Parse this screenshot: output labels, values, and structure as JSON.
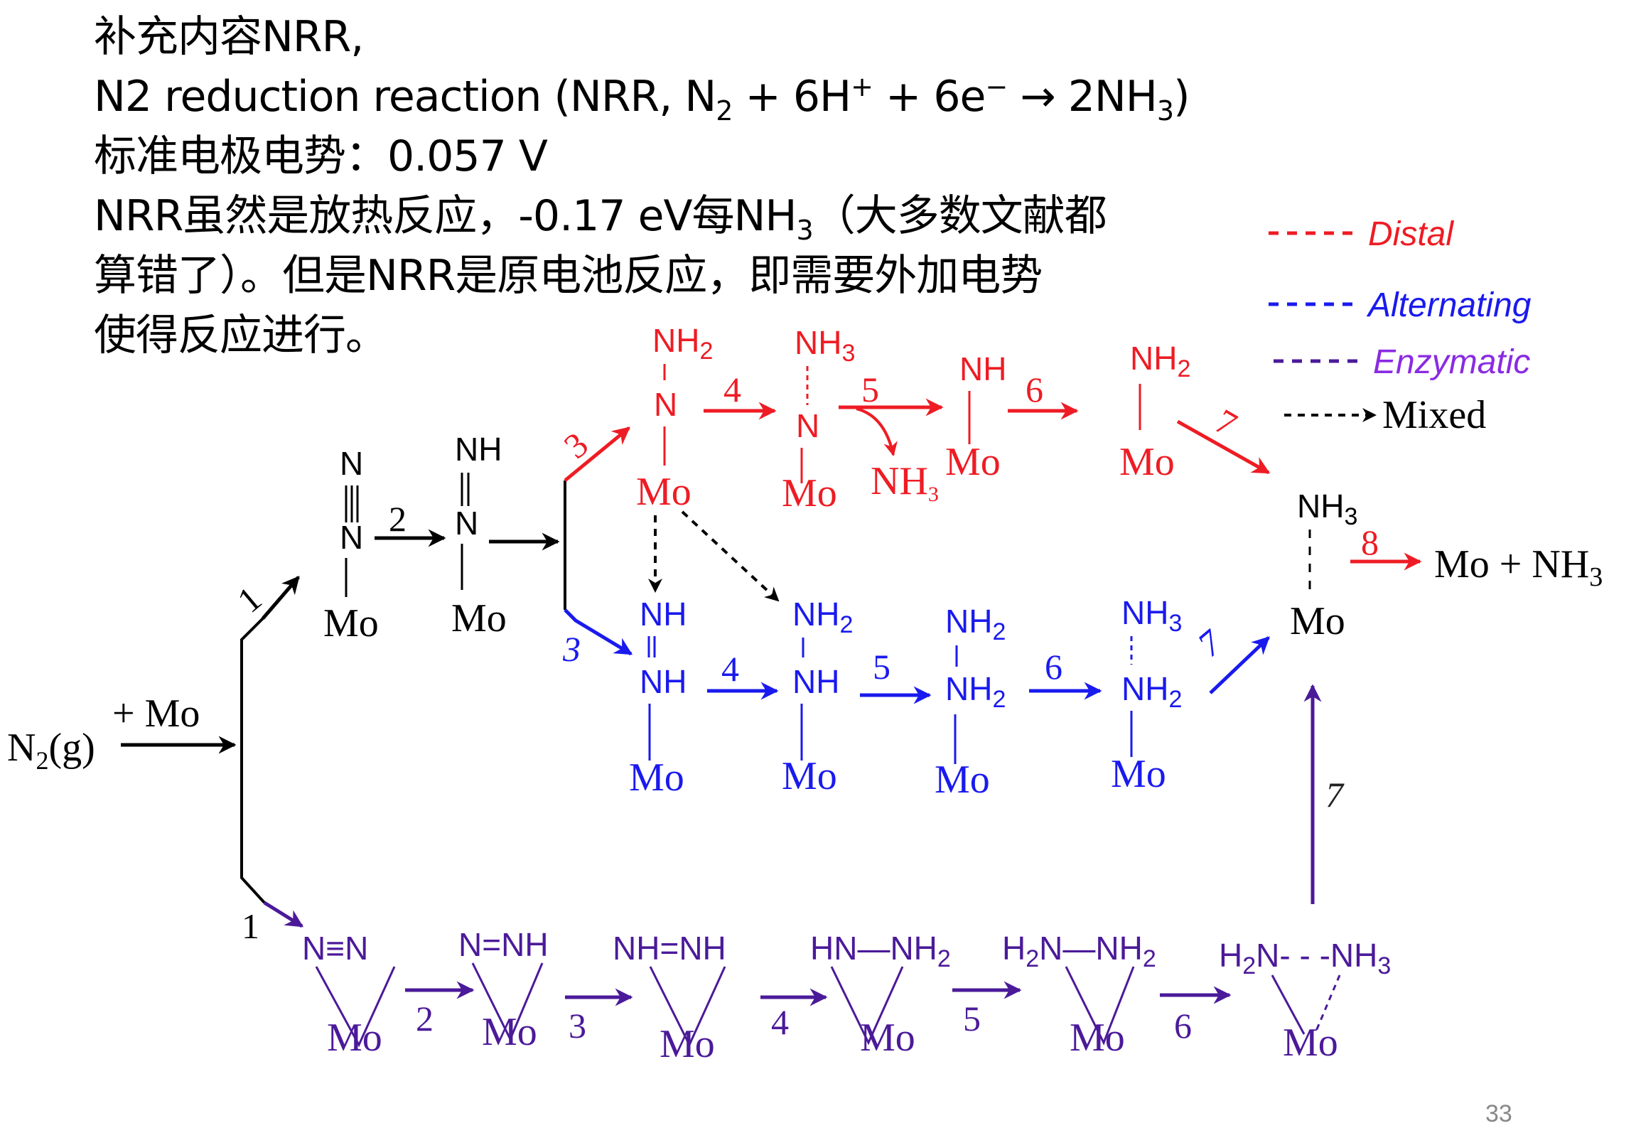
{
  "text": {
    "line1": "补充内容NRR,",
    "line2_prefix": "N2 reduction reaction (NRR, N",
    "line2_sub1": "2",
    "line2_mid1": " + 6H",
    "line2_sup1": "+",
    "line2_mid2": " + 6e",
    "line2_sup2": "−",
    "line2_mid3": " → 2NH",
    "line2_sub2": "3",
    "line2_suffix": ")",
    "line3": "标准电极电势：0.057 V",
    "line4_prefix": "NRR虽然是放热反应，-0.17 eV每NH",
    "line4_sub": "3",
    "line4_suffix": "（大多数文献都",
    "line5": "算错了）。但是NRR是原电池反应，即需要外加电势",
    "line6": "使得反应进行。"
  },
  "colors": {
    "distal": "#ee1c24",
    "alternating": "#1a1aee",
    "enzymatic": "#4b1a99",
    "enzymatic_label": "#8a2be2",
    "mixed": "#000000"
  },
  "legend": {
    "distal": "Distal",
    "alternating": "Alternating",
    "enzymatic": "Enzymatic",
    "mixed": "Mixed"
  },
  "start": {
    "reactant": "N",
    "reactant_sub": "2",
    "reactant_suffix": "(g)",
    "reagent": "+ Mo",
    "step1_upper": "1",
    "step1_lower": "1"
  },
  "common": {
    "s1_top": "N",
    "s1_mid": "N",
    "s1_bottom": "Mo",
    "step2": "2",
    "s2_top": "NH",
    "s2_mid": "N",
    "s2_bottom": "Mo"
  },
  "distal": {
    "step3": "3",
    "d1_top": "NH",
    "d1_top_sub": "2",
    "d1_mid": "N",
    "d1_bottom": "Mo",
    "step4": "4",
    "d2_top": "NH",
    "d2_top_sub": "3",
    "d2_mid": "N",
    "d2_bottom": "Mo",
    "step5": "5",
    "released": "NH",
    "released_sub": "3",
    "d3_top": "NH",
    "d3_bottom": "Mo",
    "step6": "6",
    "d4_top": "NH",
    "d4_top_sub": "2",
    "d4_bottom": "Mo",
    "step7": "7",
    "step8": "8"
  },
  "final": {
    "f_top": "NH",
    "f_top_sub": "3",
    "f_bottom": "Mo",
    "product": "Mo + NH",
    "product_sub": "3"
  },
  "alternating": {
    "step3": "3",
    "a1_top": "NH",
    "a1_mid": "NH",
    "a1_bottom": "Mo",
    "step4": "4",
    "a2_top": "NH",
    "a2_top_sub": "2",
    "a2_mid": "NH",
    "a2_bottom": "Mo",
    "step5": "5",
    "a3_top": "NH",
    "a3_top_sub": "2",
    "a3_mid": "NH",
    "a3_mid_sub": "2",
    "a3_bottom": "Mo",
    "step6": "6",
    "a4_top": "NH",
    "a4_top_sub": "3",
    "a4_mid": "NH",
    "a4_mid_sub": "2",
    "a4_bottom": "Mo",
    "step7": "7"
  },
  "enzymatic": {
    "e1_left": "N",
    "e1_bond": "≡",
    "e1_right": "N",
    "e1_bottom": "Mo",
    "step2": "2",
    "e2_left": "N",
    "e2_bond": "=",
    "e2_right": "NH",
    "e2_bottom": "Mo",
    "step3": "3",
    "e3_left": "NH",
    "e3_bond": "=",
    "e3_right": "NH",
    "e3_bottom": "Mo",
    "step4": "4",
    "e4_left": "HN",
    "e4_bond": "—",
    "e4_right": "NH",
    "e4_right_sub": "2",
    "e4_bottom": "Mo",
    "step5": "5",
    "e5_left": "H",
    "e5_left_sub": "2",
    "e5_left_n": "N",
    "e5_bond": "—",
    "e5_right": "NH",
    "e5_right_sub": "2",
    "e5_bottom": "Mo",
    "step6": "6",
    "e6_left": "H",
    "e6_left_sub": "2",
    "e6_left_n": "N",
    "e6_bond": "- - -",
    "e6_right": "NH",
    "e6_right_sub": "3",
    "e6_bottom": "Mo",
    "step7": "7"
  },
  "page_number": "33"
}
